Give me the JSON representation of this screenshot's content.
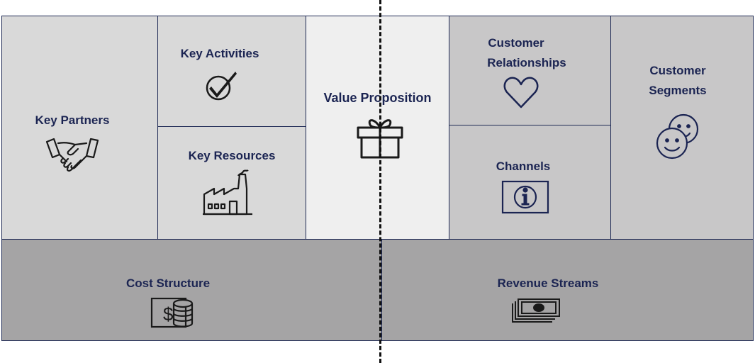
{
  "canvas": {
    "key_partners": {
      "label": "Key Partners",
      "icon": "handshake-icon",
      "fill": "#d9d9d9"
    },
    "key_activities": {
      "label": "Key Activities",
      "icon": "checkmark-icon",
      "fill": "#d9d9d9"
    },
    "key_resources": {
      "label": "Key Resources",
      "icon": "factory-icon",
      "fill": "#d9d9d9"
    },
    "value_proposition": {
      "label": "Value Proposition",
      "icon": "gift-icon",
      "fill": "#efefef"
    },
    "customer_relationships": {
      "label_line1": "Customer",
      "label_line2": "Relationships",
      "icon": "heart-icon",
      "fill": "#c8c7c8"
    },
    "channels": {
      "label": "Channels",
      "icon": "info-sign-icon",
      "fill": "#c8c7c8"
    },
    "customer_segments": {
      "label_line1": "Customer",
      "label_line2": "Segments",
      "icon": "smiley-faces-icon",
      "fill": "#c8c7c8"
    },
    "cost_structure": {
      "label": "Cost Structure",
      "icon": "money-coins-icon",
      "fill": "#a5a4a5"
    },
    "revenue_streams": {
      "label": "Revenue Streams",
      "icon": "banknotes-icon",
      "fill": "#a5a4a5"
    }
  },
  "colors": {
    "border": "#1f2a55",
    "text": "#1b2452",
    "divider": "#111111"
  }
}
